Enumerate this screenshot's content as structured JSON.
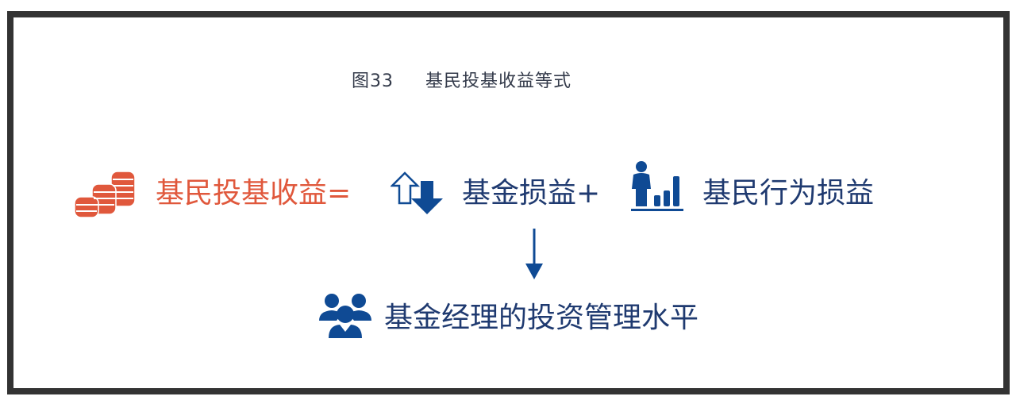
{
  "figure": {
    "title": "图33     基民投基收益等式",
    "investor_return_label": "基民投基收益=",
    "fund_return_label": "基金损益+",
    "behavior_return_label": "基民行为损益",
    "manager_label": "基金经理的投资管理水平"
  },
  "icons": {
    "coins": "coins-stack-icon",
    "updown": "up-down-arrows-icon",
    "person_chart": "person-bar-chart-icon",
    "arrow": "arrow-down-icon",
    "team": "team-icon"
  },
  "colors": {
    "orange": "#e0583c",
    "navy": "#0f4a94",
    "text_blue": "#1f3a70",
    "frame": "#333333"
  }
}
